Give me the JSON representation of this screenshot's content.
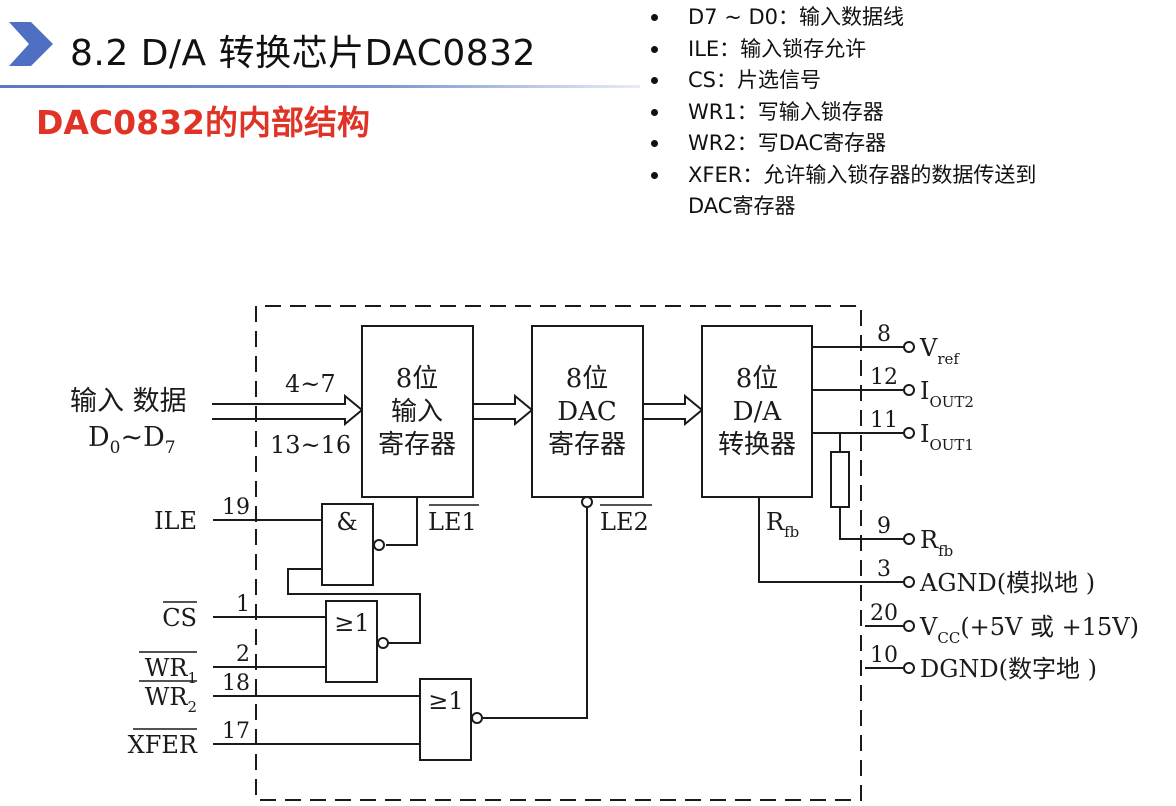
{
  "header": {
    "icon": "chevron-right-icon",
    "accent_color": "#4f6fc2",
    "title": "8.2 D/A 转换芯片DAC0832",
    "subtitle": "DAC0832的内部结构",
    "subtitle_color": "#e03326"
  },
  "bullets": [
    {
      "line1": "D7 ~ D0：输入数据线"
    },
    {
      "line1": "ILE：输入锁存允许"
    },
    {
      "line1": "CS：片选信号"
    },
    {
      "line1": "WR1：写输入锁存器"
    },
    {
      "line1": "WR2：写DAC寄存器"
    },
    {
      "line1": "XFER：允许输入锁存器的数据传送到",
      "line2": "DAC寄存器"
    }
  ],
  "diagram": {
    "input_label_line1": "输入 数据",
    "input_label_d0": "D",
    "input_label_d0_sub": "0",
    "input_label_tilde": "~",
    "input_label_d7": "D",
    "input_label_d7_sub": "7",
    "bus_pins_top": "4~7",
    "bus_pins_bottom": "13~16",
    "blocks": {
      "input_register": [
        "8位",
        "输入",
        "寄存器"
      ],
      "dac_register": [
        "8位",
        "DAC",
        "寄存器"
      ],
      "converter": [
        "8位",
        "D/A",
        "转换器"
      ]
    },
    "latch_enables": {
      "le1": "LE1",
      "le2": "LE2"
    },
    "gates": {
      "and_gate": "&",
      "nor_gate_1": "≥1",
      "nor_gate_2": "≥1"
    },
    "rfb_internal": {
      "main": "R",
      "sub": "fb"
    },
    "left_pins": [
      {
        "name": "ILE",
        "pin": "19",
        "overbar": false
      },
      {
        "name": "CS",
        "pin": "1",
        "overbar": true
      },
      {
        "name": "WR",
        "sub": "1",
        "pin": "2",
        "overbar": true
      },
      {
        "name": "WR",
        "sub": "2",
        "pin": "18",
        "overbar": true
      },
      {
        "name": "XFER",
        "pin": "17",
        "overbar": true
      }
    ],
    "right_pins": [
      {
        "pin": "8",
        "main": "V",
        "sub": "ref",
        "suffix": ""
      },
      {
        "pin": "12",
        "main": "I",
        "sub": "OUT2",
        "suffix": ""
      },
      {
        "pin": "11",
        "main": "I",
        "sub": "OUT1",
        "suffix": ""
      },
      {
        "pin": "9",
        "main": "R",
        "sub": "fb",
        "suffix": ""
      },
      {
        "pin": "3",
        "main": "AGND(模拟地 )",
        "sub": "",
        "suffix": ""
      },
      {
        "pin": "20",
        "main": "V",
        "sub": "CC",
        "suffix": "(+5V 或 +15V)"
      },
      {
        "pin": "10",
        "main": "DGND(数字地 )",
        "sub": "",
        "suffix": ""
      }
    ]
  }
}
